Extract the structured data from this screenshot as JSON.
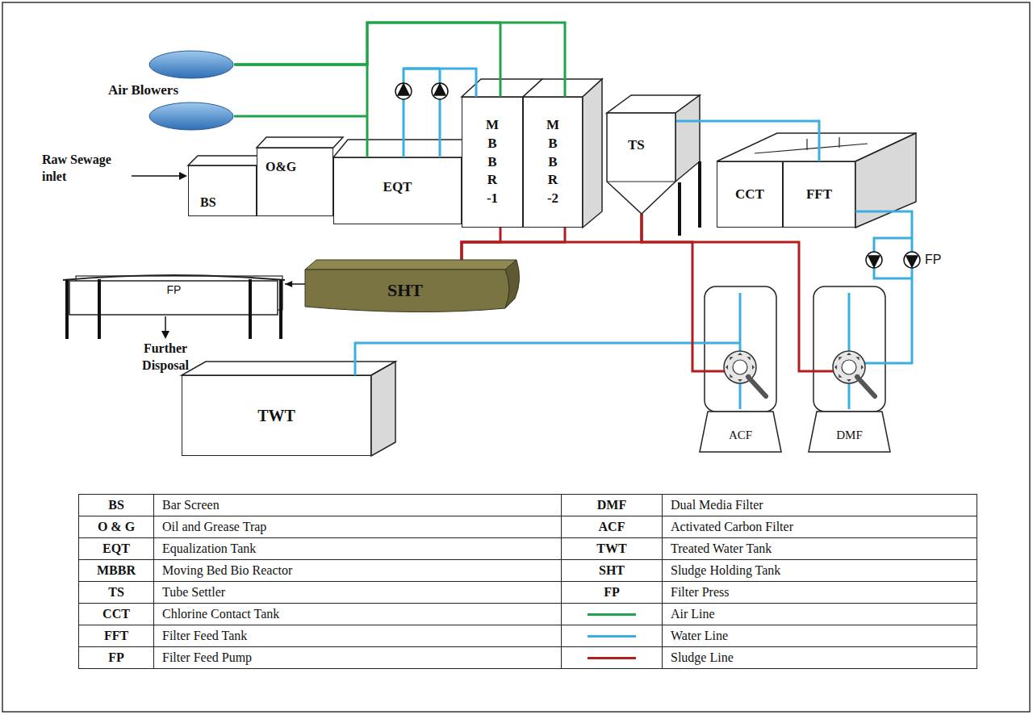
{
  "diagram": {
    "nodes": [
      {
        "text": [
          "Air Blowers"
        ]
      },
      {
        "text": [
          "BS"
        ]
      },
      {
        "text": [
          "O&G"
        ]
      },
      {
        "text": [
          "EQT"
        ]
      },
      {
        "text": [
          "MBBR-1"
        ]
      },
      {
        "text": [
          "MBBR-2"
        ]
      },
      {
        "text": [
          "TS"
        ]
      },
      {
        "text": [
          "CCT"
        ]
      },
      {
        "text": [
          "FFT"
        ]
      },
      {
        "text": [
          "SHT"
        ]
      },
      {
        "text": [
          "FP"
        ]
      },
      {
        "text": [
          "TWT"
        ]
      },
      {
        "text": [
          "ACF"
        ]
      },
      {
        "text": [
          "DMF"
        ]
      }
    ],
    "edges": [
      {
        "from": 0,
        "to": 3,
        "arrow": "none"
      },
      {
        "from": 0,
        "to": 4,
        "arrow": "none"
      },
      {
        "from": 0,
        "to": 5,
        "arrow": "none"
      },
      {
        "from": 3,
        "to": 4,
        "arrow": "none"
      },
      {
        "from": 6,
        "to": 8,
        "arrow": "none"
      },
      {
        "from": 8,
        "to": 13,
        "arrow": "none"
      },
      {
        "from": 12,
        "to": 11,
        "arrow": "none"
      },
      {
        "from": 4,
        "to": 9,
        "arrow": "none"
      },
      {
        "from": 5,
        "to": 9,
        "arrow": "none"
      },
      {
        "from": 6,
        "to": 9,
        "arrow": "none"
      },
      {
        "from": 6,
        "to": 12,
        "arrow": "none"
      },
      {
        "from": 6,
        "to": 13,
        "arrow": "none"
      },
      {
        "from": 9,
        "to": 10,
        "arrow": "to"
      }
    ],
    "labels": [
      "Raw Sewage inlet",
      "Further Disposal",
      "FP",
      "BS",
      "Bar Screen",
      "DMF",
      "Dual Media Filter",
      "O & G",
      "Oil and Grease Trap",
      "ACF",
      "Activated Carbon Filter",
      "EQT",
      "Equalization Tank",
      "TWT",
      "Treated Water Tank",
      "MBBR",
      "Moving Bed Bio Reactor",
      "SHT",
      "Sludge Holding Tank",
      "TS",
      "Tube Settler",
      "FP",
      "Filter Press",
      "CCT",
      "Chlorine Contact Tank",
      "FFT",
      "Filter Feed Tank",
      "FP",
      "Filter Feed Pump"
    ],
    "legend": [
      {
        "text": "Air Line"
      },
      {
        "text": "Water Line"
      },
      {
        "text": "Sludge Line"
      }
    ]
  }
}
